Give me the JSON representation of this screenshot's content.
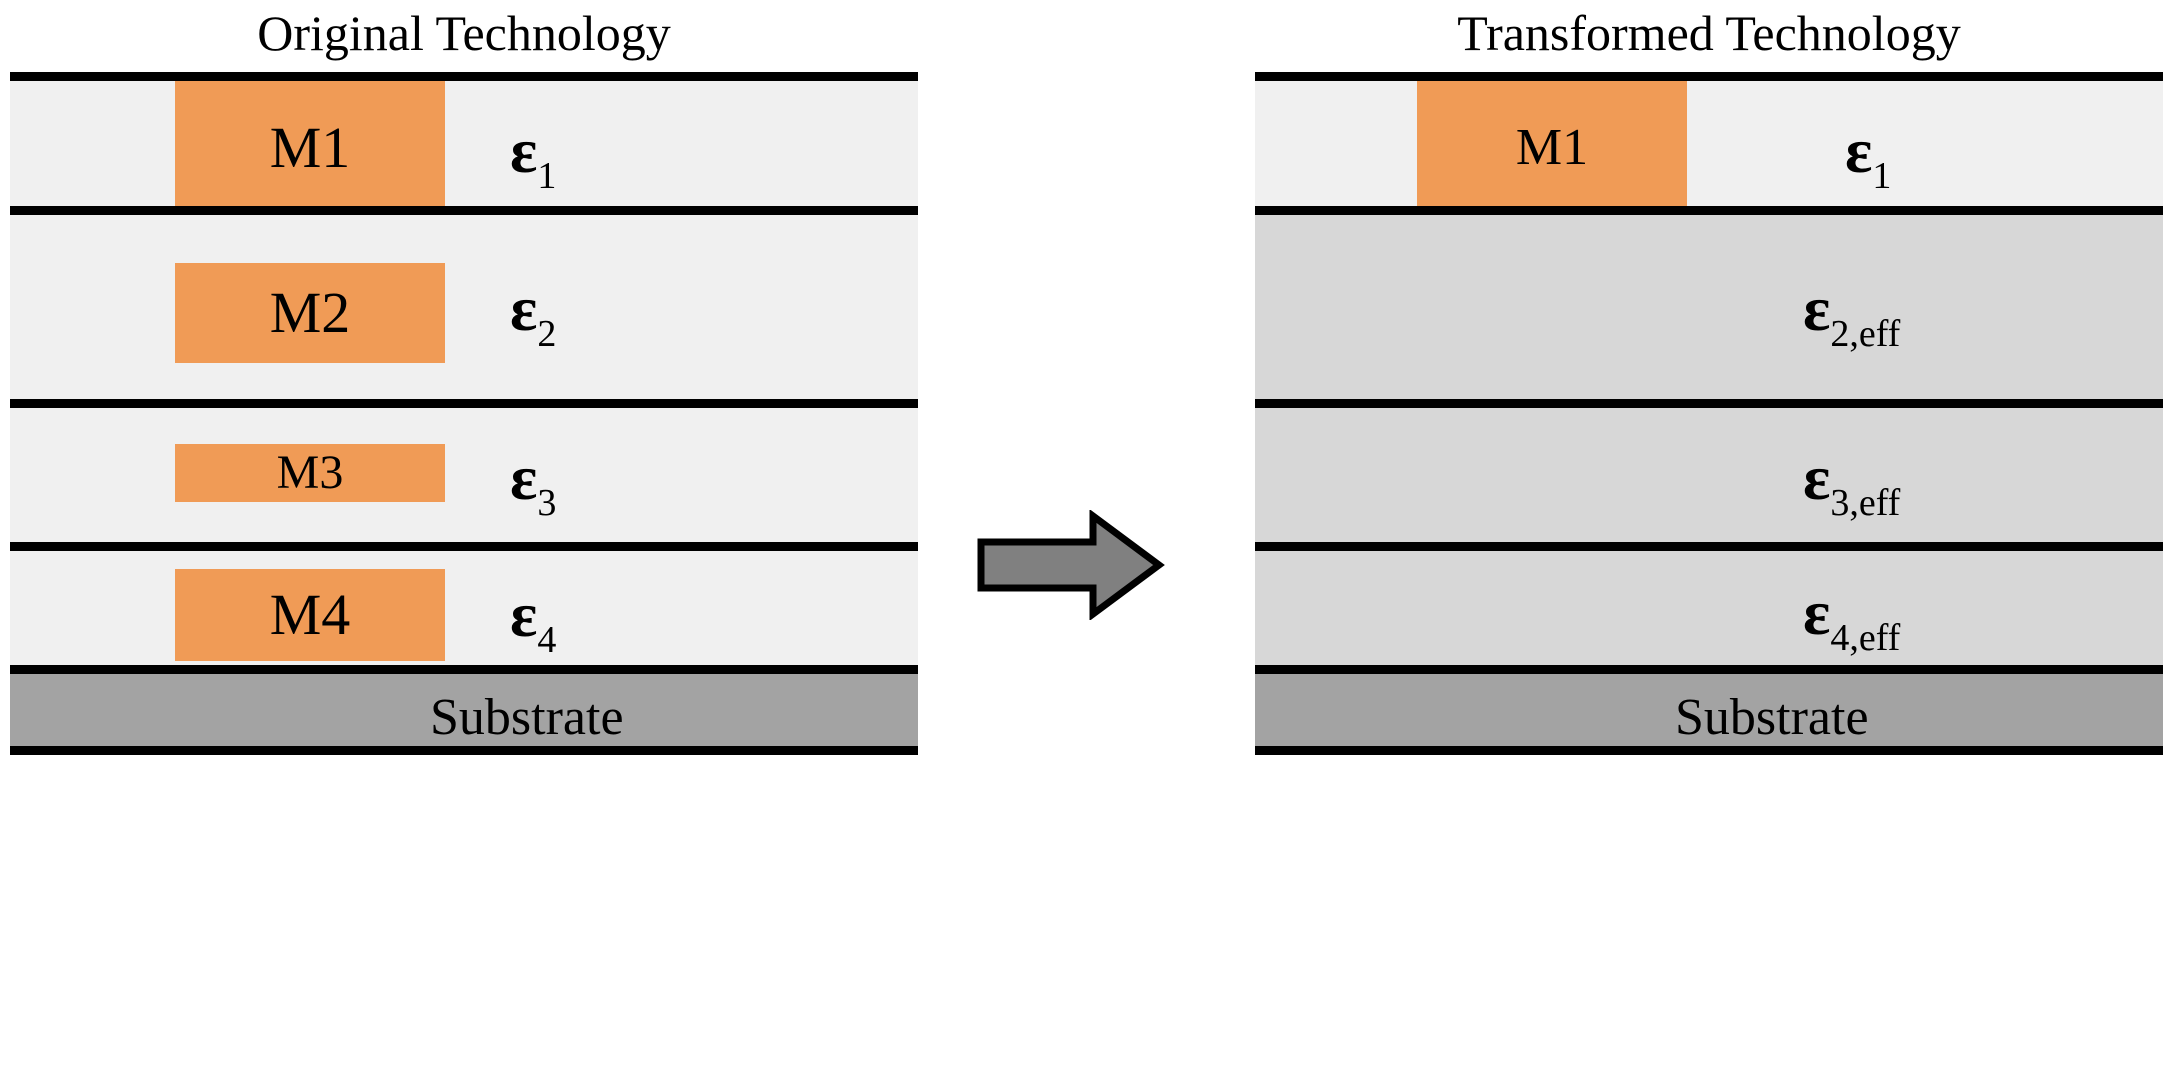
{
  "diagram": {
    "type": "semiconductor-layer-stack-transformation",
    "panels": [
      {
        "id": "original",
        "title": "Original Technology",
        "layers": [
          {
            "id": "layer-1",
            "permittivity_symbol": "ε",
            "permittivity_subscript": "1",
            "fill": "#F0F0F0",
            "metal": {
              "label": "M1",
              "width_ratio": 0.3,
              "height_ratio": 1.0
            }
          },
          {
            "id": "layer-2",
            "permittivity_symbol": "ε",
            "permittivity_subscript": "2",
            "fill": "#F0F0F0",
            "metal": {
              "label": "M2",
              "width_ratio": 0.3,
              "height_ratio": 0.5
            }
          },
          {
            "id": "layer-3",
            "permittivity_symbol": "ε",
            "permittivity_subscript": "3",
            "fill": "#F0F0F0",
            "metal": {
              "label": "M3",
              "width_ratio": 0.3,
              "height_ratio": 0.42
            }
          },
          {
            "id": "layer-4",
            "permittivity_symbol": "ε",
            "permittivity_subscript": "4",
            "fill": "#F0F0F0",
            "metal": {
              "label": "M4",
              "width_ratio": 0.3,
              "height_ratio": 0.64
            }
          }
        ],
        "substrate": {
          "label": "Substrate",
          "fill": "#A3A3A3"
        }
      },
      {
        "id": "transformed",
        "title": "Transformed Technology",
        "layers": [
          {
            "id": "layer-1",
            "permittivity_symbol": "ε",
            "permittivity_subscript": "1",
            "fill": "#F0F0F0",
            "metal": {
              "label": "M1",
              "width_ratio": 0.22,
              "height_ratio": 1.0
            }
          },
          {
            "id": "layer-2",
            "permittivity_symbol": "ε",
            "permittivity_subscript": "2,eff",
            "fill": "#D7D7D7",
            "metal": null
          },
          {
            "id": "layer-3",
            "permittivity_symbol": "ε",
            "permittivity_subscript": "3,eff",
            "fill": "#D7D7D7",
            "metal": null
          },
          {
            "id": "layer-4",
            "permittivity_symbol": "ε",
            "permittivity_subscript": "4,eff",
            "fill": "#D7D7D7",
            "metal": null
          }
        ],
        "substrate": {
          "label": "Substrate",
          "fill": "#A3A3A3"
        }
      }
    ],
    "arrow": {
      "name": "transformation-arrow",
      "direction": "right",
      "fill": "#808080",
      "stroke": "#000000"
    },
    "colors": {
      "metal": "#F09B56",
      "dielectric": "#F0F0F0",
      "effective_dielectric": "#D7D7D7",
      "substrate": "#A3A3A3",
      "outline": "#000000"
    }
  }
}
